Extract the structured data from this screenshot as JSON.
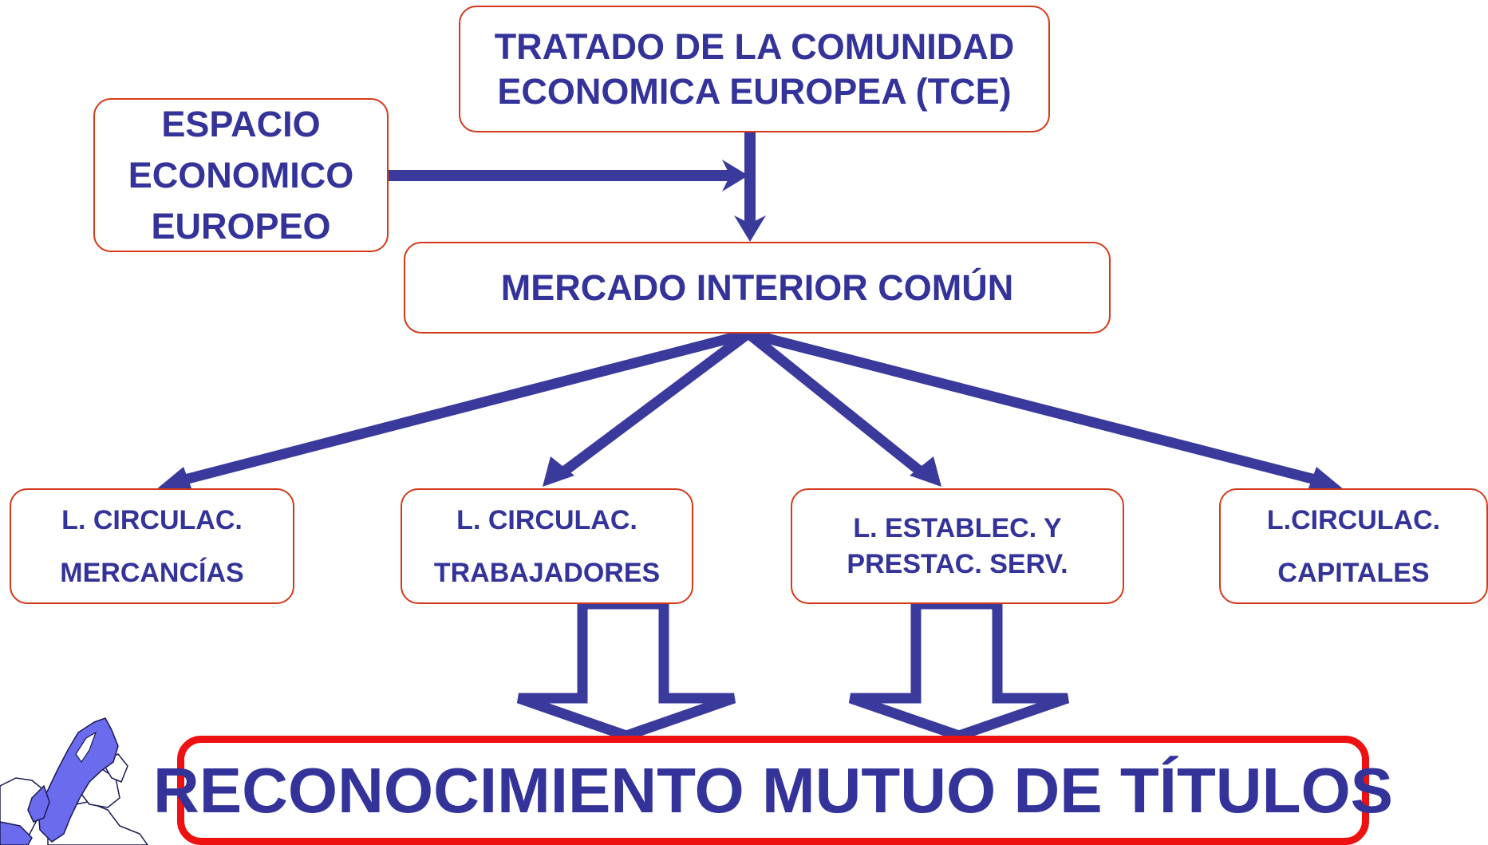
{
  "diagram": {
    "tce": {
      "line1": "TRATADO DE LA COMUNIDAD",
      "line2": "ECONOMICA EUROPEA (TCE)"
    },
    "eee": {
      "line1": "ESPACIO",
      "line2": "ECONOMICO",
      "line3": "EUROPEO"
    },
    "mercado": {
      "label": "MERCADO INTERIOR COMÚN"
    },
    "libertades": [
      {
        "line1": "L. CIRCULAC.",
        "line2": "MERCANCÍAS"
      },
      {
        "line1": "L. CIRCULAC.",
        "line2": "TRABAJADORES"
      },
      {
        "line1": "L. ESTABLEC. Y",
        "line2": "PRESTAC.  SERV."
      },
      {
        "line1": "L.CIRCULAC.",
        "line2": "CAPITALES"
      }
    ],
    "resultado": {
      "label": "RECONOCIMIENTO MUTUO DE TÍTULOS"
    }
  },
  "colors": {
    "text": "#33339a",
    "arrow": "#3a3a9c",
    "box_border": "#d33a1a",
    "result_border": "#ee1111",
    "map_fill": "#6b6bee"
  },
  "icons": {
    "map": "europe-map-icon"
  }
}
